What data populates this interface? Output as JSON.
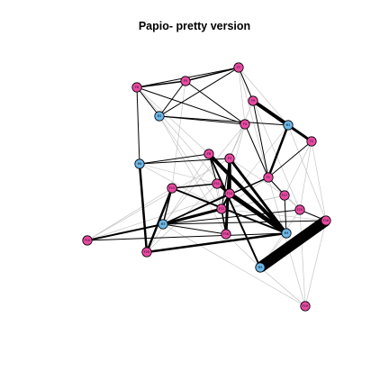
{
  "title": "Papio- pretty version",
  "colors": {
    "female": "#e84aa3",
    "male": "#6cb7e8",
    "node_stroke": "#000000",
    "strong_edge": "#000000",
    "weak_edge": "#bdbdbd"
  },
  "nodes": [
    {
      "id": "F7",
      "sex": "female"
    },
    {
      "id": "F5",
      "sex": "female"
    },
    {
      "id": "F6",
      "sex": "female"
    },
    {
      "id": "M2",
      "sex": "male"
    },
    {
      "id": "F9",
      "sex": "female"
    },
    {
      "id": "F4",
      "sex": "female"
    },
    {
      "id": "M1",
      "sex": "male"
    },
    {
      "id": "F2",
      "sex": "female"
    },
    {
      "id": "M6",
      "sex": "male"
    },
    {
      "id": "F8",
      "sex": "female"
    },
    {
      "id": "F3",
      "sex": "female"
    },
    {
      "id": "F1",
      "sex": "female"
    },
    {
      "id": "F13",
      "sex": "female"
    },
    {
      "id": "F11",
      "sex": "female"
    },
    {
      "id": "F12",
      "sex": "female"
    },
    {
      "id": "F17",
      "sex": "female"
    },
    {
      "id": "F14",
      "sex": "female"
    },
    {
      "id": "F15",
      "sex": "female"
    },
    {
      "id": "F16",
      "sex": "female"
    },
    {
      "id": "F10",
      "sex": "female"
    },
    {
      "id": "F18",
      "sex": "female"
    },
    {
      "id": "M3",
      "sex": "male"
    },
    {
      "id": "M4",
      "sex": "male"
    },
    {
      "id": "M5",
      "sex": "male"
    },
    {
      "id": "F19",
      "sex": "female"
    },
    {
      "id": "F20",
      "sex": "female"
    }
  ],
  "edges": [
    {
      "s": "F7",
      "t": "F5",
      "w": 1.5
    },
    {
      "s": "F5",
      "t": "F6",
      "w": 1.5
    },
    {
      "s": "F7",
      "t": "F6",
      "w": 1
    },
    {
      "s": "F6",
      "t": "M2",
      "w": 1
    },
    {
      "s": "F5",
      "t": "M2",
      "w": 1
    },
    {
      "s": "F7",
      "t": "M2",
      "w": 1
    },
    {
      "s": "M2",
      "t": "F4",
      "w": 1
    },
    {
      "s": "F9",
      "t": "M1",
      "w": 4
    },
    {
      "s": "M1",
      "t": "F2",
      "w": 3
    },
    {
      "s": "M1",
      "t": "F1",
      "w": 2.5
    },
    {
      "s": "F9",
      "t": "F1",
      "w": 1
    },
    {
      "s": "F4",
      "t": "F1",
      "w": 1
    },
    {
      "s": "F7",
      "t": "F9",
      "w": 1
    },
    {
      "s": "F5",
      "t": "F4",
      "w": 1
    },
    {
      "s": "M6",
      "t": "F6",
      "w": 1
    },
    {
      "s": "M6",
      "t": "F20",
      "w": 2.5
    },
    {
      "s": "M6",
      "t": "F8",
      "w": 1
    },
    {
      "s": "M6",
      "t": "F3",
      "w": 1
    },
    {
      "s": "F8",
      "t": "F11",
      "w": 1
    },
    {
      "s": "F8",
      "t": "M5",
      "w": 2
    },
    {
      "s": "F3",
      "t": "F12",
      "w": 1
    },
    {
      "s": "F3",
      "t": "M4",
      "w": 3
    },
    {
      "s": "F3",
      "t": "F18",
      "w": 3
    },
    {
      "s": "F8",
      "t": "M4",
      "w": 4
    },
    {
      "s": "F3",
      "t": "F14",
      "w": 3.5
    },
    {
      "s": "F11",
      "t": "F13",
      "w": 1.5
    },
    {
      "s": "F11",
      "t": "M4",
      "w": 1
    },
    {
      "s": "F11",
      "t": "F14",
      "w": 3
    },
    {
      "s": "F13",
      "t": "M3",
      "w": 1.5
    },
    {
      "s": "F14",
      "t": "M4",
      "w": 5
    },
    {
      "s": "F14",
      "t": "F12",
      "w": 2
    },
    {
      "s": "F12",
      "t": "F18",
      "w": 1.5
    },
    {
      "s": "F13",
      "t": "F20",
      "w": 2.5
    },
    {
      "s": "F20",
      "t": "M4",
      "w": 2.5
    },
    {
      "s": "F13",
      "t": "M4",
      "w": 2
    },
    {
      "s": "F12",
      "t": "M3",
      "w": 3
    },
    {
      "s": "F14",
      "t": "M3",
      "w": 1.5
    },
    {
      "s": "F18",
      "t": "M3",
      "w": 1
    },
    {
      "s": "F16",
      "t": "M3",
      "w": 1
    },
    {
      "s": "F1",
      "t": "M3",
      "w": 1.5
    },
    {
      "s": "M3",
      "t": "F15",
      "w": 1
    },
    {
      "s": "F16",
      "t": "M5",
      "w": 12
    },
    {
      "s": "F10",
      "t": "M3",
      "w": 2
    },
    {
      "s": "F10",
      "t": "M4",
      "w": 1
    },
    {
      "s": "F15",
      "t": "F16",
      "w": 1
    },
    {
      "s": "M4",
      "t": "F17",
      "w": 1
    },
    {
      "s": "F1",
      "t": "F17",
      "w": 1
    },
    {
      "s": "F2",
      "t": "F1",
      "w": 1
    },
    {
      "s": "F6",
      "t": "F4",
      "w": 1
    },
    {
      "s": "M2",
      "t": "M1",
      "w": 1
    },
    {
      "s": "F7",
      "t": "F1",
      "w": 0.5,
      "weak": true
    },
    {
      "s": "F5",
      "t": "F13",
      "w": 0.5,
      "weak": true
    },
    {
      "s": "F6",
      "t": "F14",
      "w": 0.5,
      "weak": true
    },
    {
      "s": "M2",
      "t": "F12",
      "w": 0.5,
      "weak": true
    },
    {
      "s": "M2",
      "t": "F18",
      "w": 0.5,
      "weak": true
    },
    {
      "s": "F4",
      "t": "F12",
      "w": 0.5,
      "weak": true
    },
    {
      "s": "F4",
      "t": "M3",
      "w": 0.5,
      "weak": true
    },
    {
      "s": "F9",
      "t": "F15",
      "w": 0.5,
      "weak": true
    },
    {
      "s": "F2",
      "t": "F15",
      "w": 0.5,
      "weak": true
    },
    {
      "s": "F2",
      "t": "F16",
      "w": 0.5,
      "weak": true
    },
    {
      "s": "M1",
      "t": "F16",
      "w": 0.5,
      "weak": true
    },
    {
      "s": "F1",
      "t": "F19",
      "w": 0.5,
      "weak": true
    },
    {
      "s": "F15",
      "t": "F19",
      "w": 0.5,
      "weak": true
    },
    {
      "s": "M3",
      "t": "F19",
      "w": 0.5,
      "weak": true
    },
    {
      "s": "M5",
      "t": "F19",
      "w": 0.5,
      "weak": true
    },
    {
      "s": "F16",
      "t": "F19",
      "w": 0.5,
      "weak": true
    },
    {
      "s": "F3",
      "t": "F10",
      "w": 0.5,
      "weak": true
    },
    {
      "s": "F14",
      "t": "F10",
      "w": 0.5,
      "weak": true
    },
    {
      "s": "F18",
      "t": "M5",
      "w": 0.5,
      "weak": true
    },
    {
      "s": "M4",
      "t": "M5",
      "w": 0.5,
      "weak": true
    },
    {
      "s": "F20",
      "t": "F11",
      "w": 0.5,
      "weak": true
    },
    {
      "s": "M6",
      "t": "F12",
      "w": 0.5,
      "weak": true
    },
    {
      "s": "F8",
      "t": "F18",
      "w": 0.5,
      "weak": true
    },
    {
      "s": "F11",
      "t": "F18",
      "w": 0.5,
      "weak": true
    },
    {
      "s": "F13",
      "t": "F12",
      "w": 0.5,
      "weak": true
    },
    {
      "s": "F12",
      "t": "F17",
      "w": 0.5,
      "weak": true
    },
    {
      "s": "F3",
      "t": "F17",
      "w": 0.5,
      "weak": true
    },
    {
      "s": "F15",
      "t": "M5",
      "w": 0.5,
      "weak": true
    },
    {
      "s": "F7",
      "t": "M1",
      "w": 0.5,
      "weak": true
    },
    {
      "s": "F7",
      "t": "F4",
      "w": 0.5,
      "weak": true
    },
    {
      "s": "F4",
      "t": "F3",
      "w": 0.5,
      "weak": true
    },
    {
      "s": "F9",
      "t": "F3",
      "w": 0.5,
      "weak": true
    },
    {
      "s": "M1",
      "t": "F12",
      "w": 0.5,
      "weak": true
    },
    {
      "s": "F1",
      "t": "F12",
      "w": 0.5,
      "weak": true
    },
    {
      "s": "F1",
      "t": "F15",
      "w": 0.5,
      "weak": true
    },
    {
      "s": "F17",
      "t": "F15",
      "w": 0.5,
      "weak": true
    },
    {
      "s": "F2",
      "t": "F17",
      "w": 0.5,
      "weak": true
    },
    {
      "s": "F6",
      "t": "F8",
      "w": 0.5,
      "weak": true
    },
    {
      "s": "M6",
      "t": "F11",
      "w": 0.5,
      "weak": true
    },
    {
      "s": "F20",
      "t": "F8",
      "w": 0.5,
      "weak": true
    },
    {
      "s": "F14",
      "t": "F18",
      "w": 0.5,
      "weak": true
    },
    {
      "s": "F13",
      "t": "F10",
      "w": 0.5,
      "weak": true
    },
    {
      "s": "M3",
      "t": "F17",
      "w": 0.5,
      "weak": true
    },
    {
      "s": "F12",
      "t": "F16",
      "w": 0.5,
      "weak": true
    }
  ]
}
